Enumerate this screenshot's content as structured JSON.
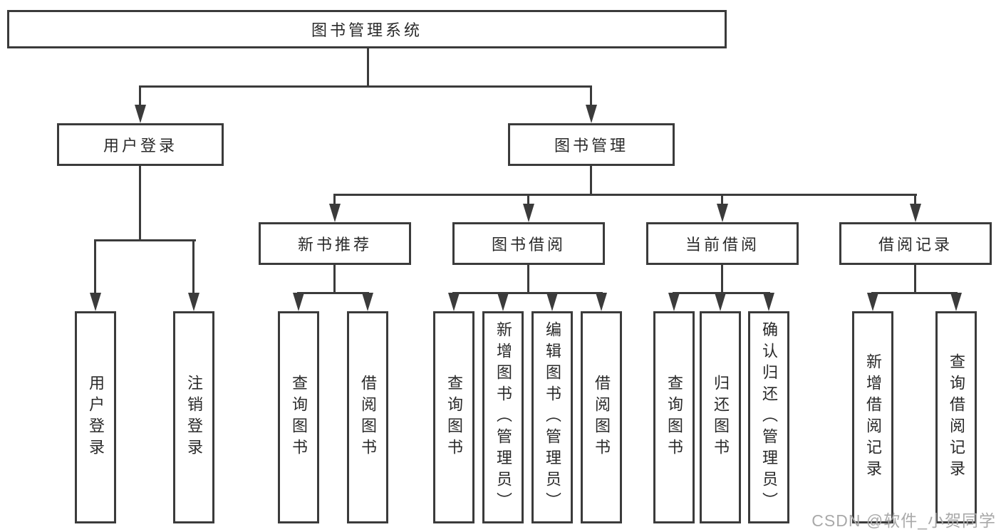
{
  "colors": {
    "line": "#3b3b3b",
    "text": "#2a2a2a",
    "watermark_gray": "#a9a9a9",
    "background": "#ffffff"
  },
  "tree": {
    "root": {
      "label": "图书管理系统"
    },
    "login": {
      "label": "用户登录",
      "children": [
        {
          "label": "用户登录"
        },
        {
          "label": "注销登录"
        }
      ]
    },
    "manage": {
      "label": "图书管理",
      "groups": [
        {
          "label": "新书推荐",
          "children": [
            {
              "label": "查询图书"
            },
            {
              "label": "借阅图书"
            }
          ]
        },
        {
          "label": "图书借阅",
          "children": [
            {
              "label": "查询图书"
            },
            {
              "label": "新增图书（管理员）"
            },
            {
              "label": "编辑图书（管理员）"
            },
            {
              "label": "借阅图书"
            }
          ]
        },
        {
          "label": "当前借阅",
          "children": [
            {
              "label": "查询图书"
            },
            {
              "label": "归还图书"
            },
            {
              "label": "确认归还（管理员）"
            }
          ]
        },
        {
          "label": "借阅记录",
          "children": [
            {
              "label": "新增借阅记录"
            },
            {
              "label": "查询借阅记录"
            }
          ]
        }
      ]
    }
  },
  "watermark": "CSDN @软件_小贺同学"
}
